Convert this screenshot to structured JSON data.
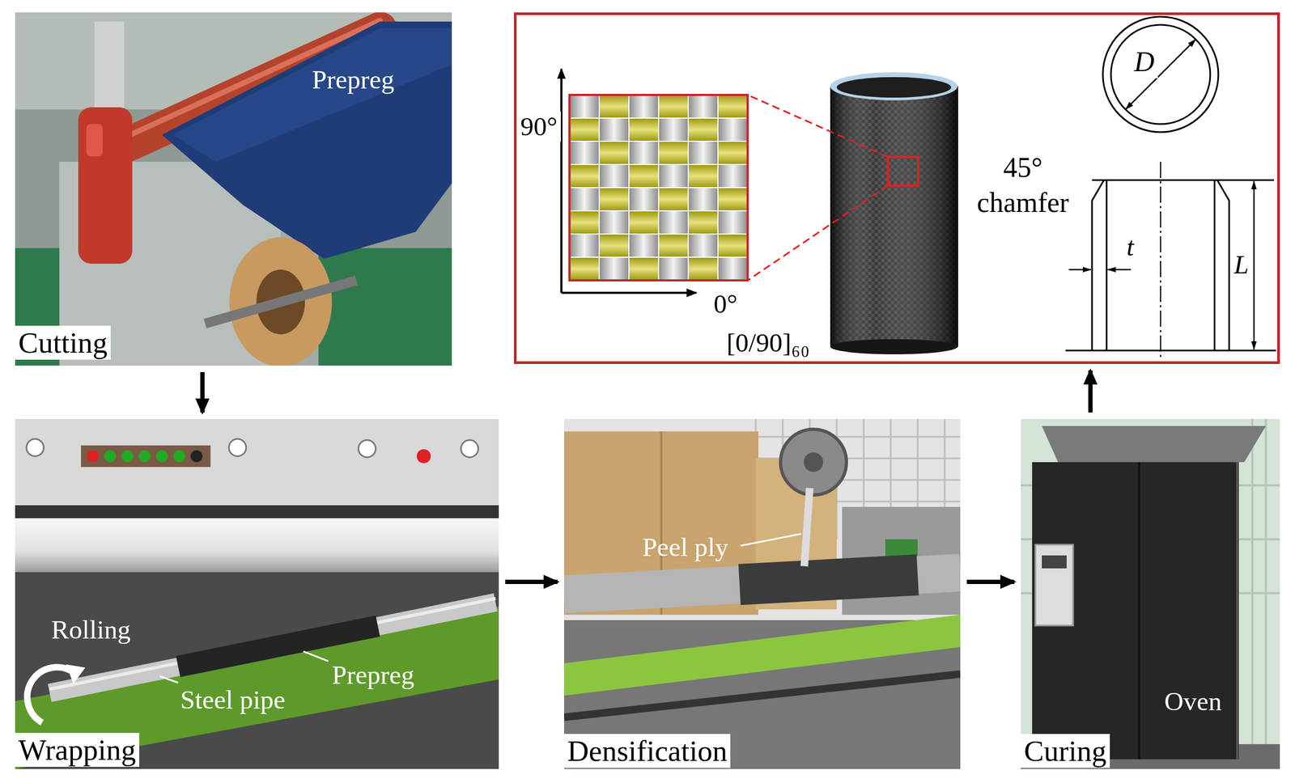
{
  "diagram": {
    "nodes": [
      {
        "text": [
          "Cutting",
          "Prepreg"
        ]
      },
      {
        "text": [
          "Wrapping",
          "Rolling",
          "Steel pipe",
          "Prepreg"
        ]
      },
      {
        "text": [
          "Densification",
          "Peel ply"
        ]
      },
      {
        "text": [
          "Curing",
          "Oven"
        ]
      },
      {
        "text": [
          "90°",
          "0°",
          "[0/90]₆₀",
          "45° chamfer",
          "D",
          "t",
          "L"
        ]
      }
    ],
    "edges": [
      {
        "from": 0,
        "to": 1,
        "arrow": "to"
      },
      {
        "from": 1,
        "to": 2,
        "arrow": "to"
      },
      {
        "from": 2,
        "to": 3,
        "arrow": "to"
      },
      {
        "from": 3,
        "to": 4,
        "arrow": "to"
      }
    ]
  }
}
